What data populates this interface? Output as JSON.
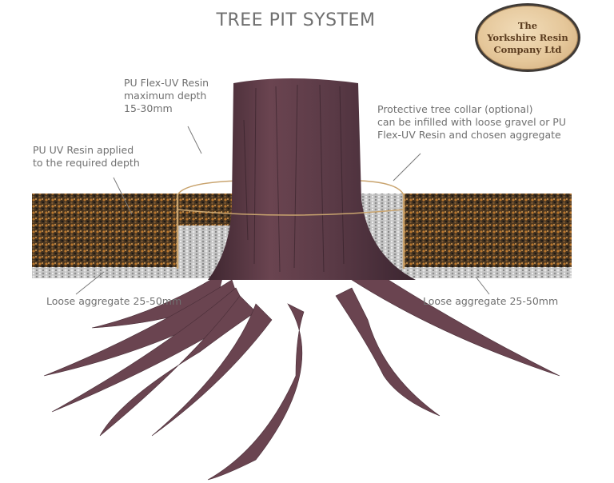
{
  "title": "TREE PIT SYSTEM",
  "logo": {
    "lines": [
      "The",
      "Yorkshire Resin",
      "Company Ltd"
    ]
  },
  "labels": {
    "flex_uv": [
      "PU Flex-UV Resin",
      "maximum depth",
      "15-30mm"
    ],
    "uv_resin": [
      "PU UV Resin applied",
      "to the required depth"
    ],
    "collar": [
      "Protective tree collar (optional)",
      "can be infilled with loose gravel or PU",
      "Flex-UV Resin and chosen aggregate"
    ],
    "aggregate_left": "Loose aggregate 25-50mm",
    "aggregate_right": "Loose aggregate 25-50mm"
  },
  "colors": {
    "resin_layer": "#5b4226",
    "aggregate_layer": "#c9c9c9",
    "tree_bark": "#5e3a44",
    "collar_ring": "#c9a46f",
    "text": "#707070"
  }
}
